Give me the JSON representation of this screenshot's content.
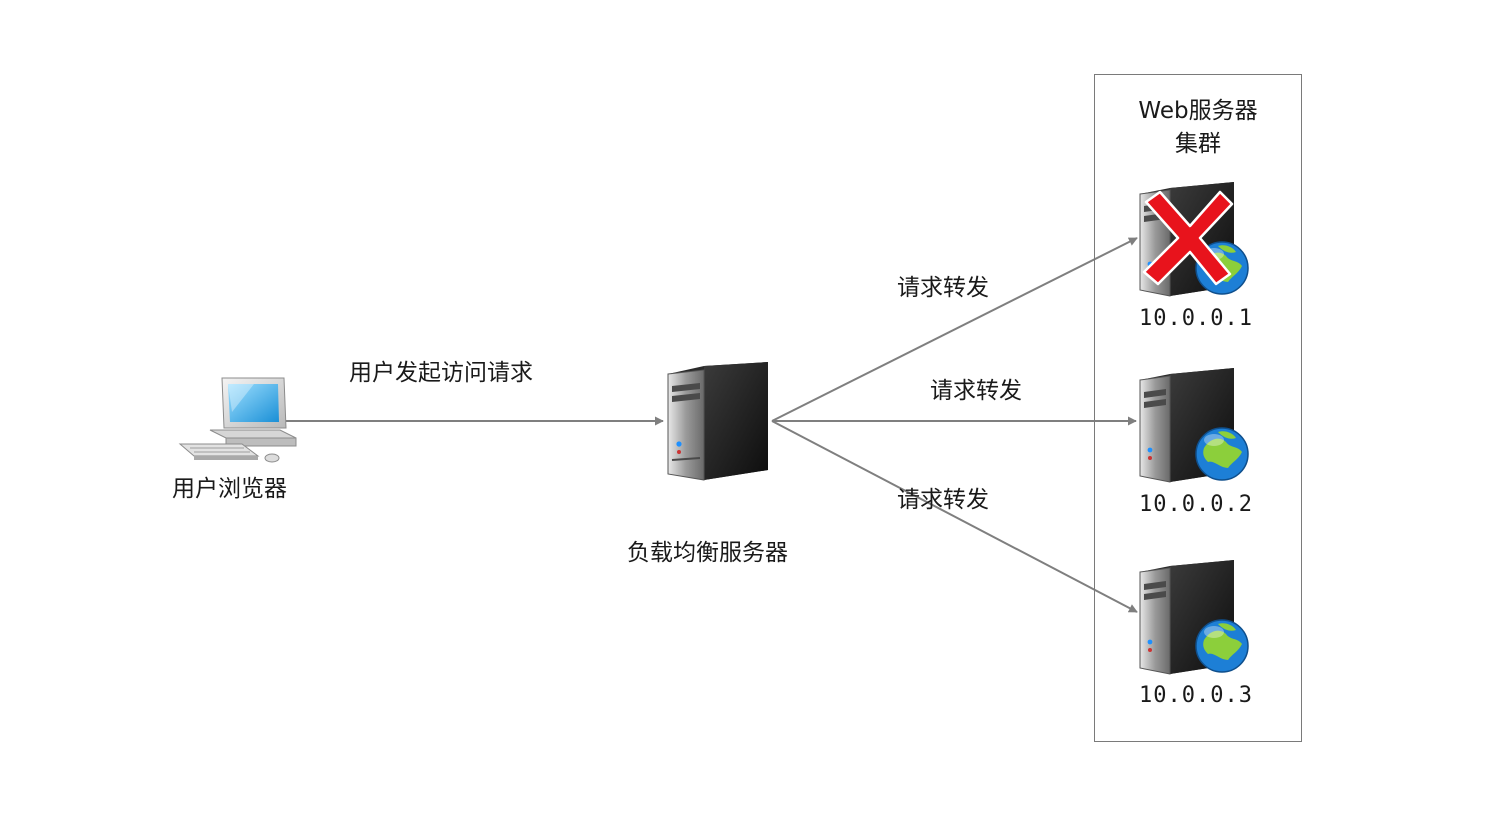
{
  "client": {
    "label": "用户浏览器",
    "icon": "desktop-computer-icon"
  },
  "request_edge": {
    "label": "用户发起访问请求"
  },
  "load_balancer": {
    "label": "负载均衡服务器",
    "icon": "server-icon"
  },
  "cluster": {
    "title_line1": "Web服务器",
    "title_line2": "集群",
    "servers": [
      {
        "ip": "10.0.0.1",
        "status": "down",
        "icon": "web-server-icon"
      },
      {
        "ip": "10.0.0.2",
        "status": "up",
        "icon": "web-server-icon"
      },
      {
        "ip": "10.0.0.3",
        "status": "up",
        "icon": "web-server-icon"
      }
    ]
  },
  "forward_edges": [
    {
      "label": "请求转发"
    },
    {
      "label": "请求转发"
    },
    {
      "label": "请求转发"
    }
  ],
  "colors": {
    "edge": "#7f7f7f",
    "failure_mark": "#e8131c",
    "border": "#7a7a7a"
  }
}
